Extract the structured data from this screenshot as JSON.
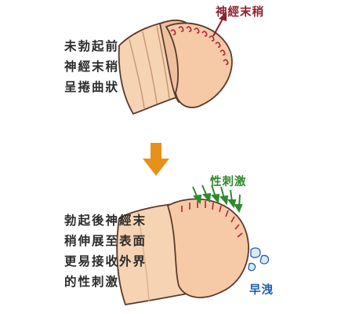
{
  "figure": {
    "top_panel": {
      "caption_lines": [
        "未勃起前",
        "神經末稍",
        "呈捲曲狀"
      ],
      "annotation": "神經末稍"
    },
    "bottom_panel": {
      "caption_lines": [
        "勃起後神經末",
        "稍伸展至表面",
        "更易接收外界",
        "的性刺激"
      ],
      "stimulus_label": "性刺激",
      "result_label": "早洩"
    }
  },
  "colors": {
    "skin": "#f5d3b3",
    "skin_shade": "#e7b48f",
    "glans": "#f6caa6",
    "outline": "#5a3b2c",
    "nerve": "#b2223a",
    "stimulus": "#2f8a2f",
    "result": "#1f5fae",
    "arrow": "#e8911a"
  }
}
